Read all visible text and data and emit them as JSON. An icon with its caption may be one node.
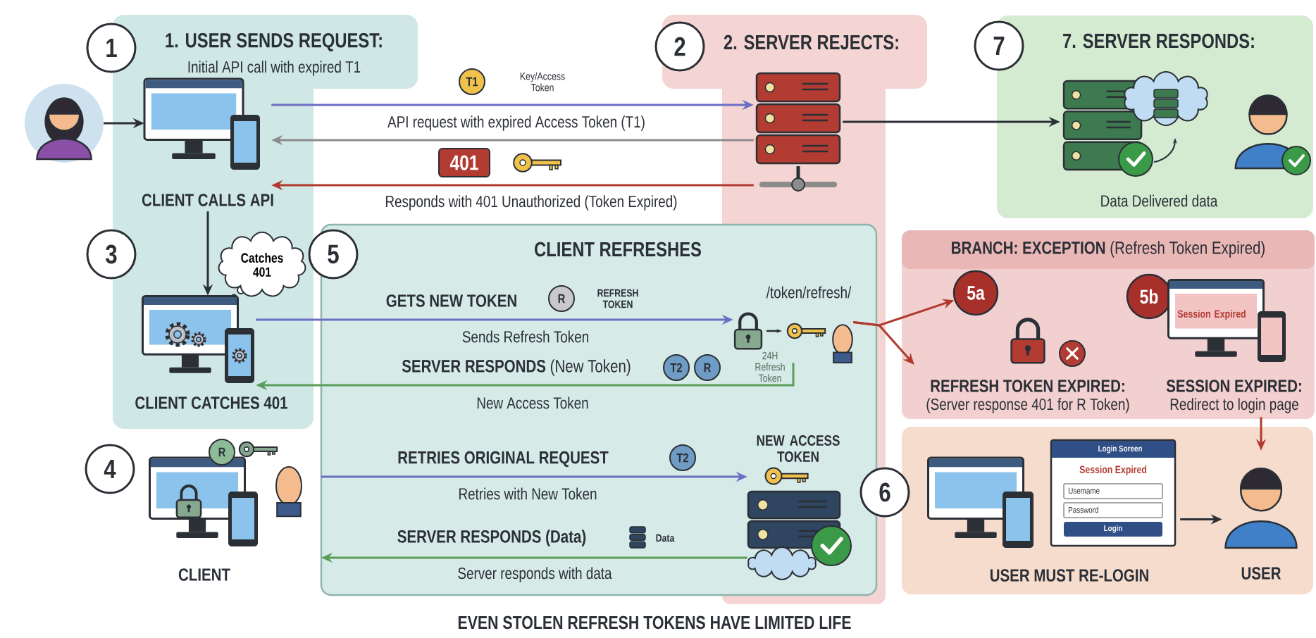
{
  "diagram": {
    "caption": "EVEN STOLEN REFRESH TOKENS HAVE LIMITED LIFE",
    "nodes": [
      {
        "text": [
          "1. USER SENDS REQUEST:",
          "Initial API call with expired T1"
        ]
      },
      {
        "text": [
          "1"
        ]
      },
      {
        "text": [],
        "shape": "person"
      },
      {
        "text": [
          "CLIENT CALLS API"
        ],
        "in": 0
      },
      {
        "text": [
          "3"
        ]
      },
      {
        "text": [
          "Catches 401"
        ],
        "in": 0
      },
      {
        "text": [
          "CLIENT CATCHES 401"
        ],
        "in": 0
      },
      {
        "text": [
          "2. SERVER REJECTS:"
        ]
      },
      {
        "text": [
          "2"
        ]
      },
      {
        "text": [],
        "shape": "picture",
        "in": 7
      },
      {
        "text": [
          "7. SERVER RESPONDS:",
          "Data Delivered data"
        ]
      },
      {
        "text": [
          "7"
        ]
      },
      {
        "text": [],
        "shape": "picture",
        "in": 10
      },
      {
        "text": [
          "4"
        ]
      },
      {
        "text": [
          "CLIENT"
        ]
      },
      {
        "text": [
          "CLIENT REFRESHES"
        ]
      },
      {
        "text": [
          "5"
        ]
      },
      {
        "text": [
          "/token/refresh/"
        ],
        "in": 15
      },
      {
        "text": [
          "NEW ACCESS TOKEN"
        ],
        "in": 15
      },
      {
        "text": [
          "**BRANCH: EXCEPTION** (Refresh Token Expired)"
        ]
      },
      {
        "text": [
          "5a"
        ],
        "in": 19
      },
      {
        "text": [
          "REFRESH TOKEN EXPIRED:",
          "(Server response 401 for R Token)"
        ],
        "in": 19
      },
      {
        "text": [
          "5b"
        ],
        "in": 19
      },
      {
        "text": [
          "Session Expired",
          "SESSION EXPIRED:",
          "Redirect to login page"
        ],
        "in": 19
      },
      {
        "text": [],
        "shape": "box"
      },
      {
        "text": [
          "6"
        ]
      },
      {
        "text": [
          "Login Soreen",
          "Session Expired",
          "Usemame",
          "Password",
          "Login",
          "USER MUST RE-LOGIN"
        ],
        "in": 24
      },
      {
        "text": [
          "USER"
        ],
        "in": 24
      },
      {
        "text": [
          "401"
        ]
      }
    ],
    "edges": [
      {
        "from": 2,
        "to": 3,
        "arrow": "to"
      },
      {
        "from": 3,
        "to": 9,
        "arrow": "to",
        "label": "API request with expired Access Token (T1)",
        "color": "#6b6fc4"
      },
      {
        "from": 9,
        "to": 3,
        "arrow": "to",
        "color": "#8c8c8c"
      },
      {
        "from": 9,
        "to": 3,
        "arrow": "to",
        "label": "Responds with 401 Unauthorized (Token Expired)",
        "color": "#b03a2e"
      },
      {
        "from": 9,
        "to": 12,
        "arrow": "to"
      },
      {
        "from": 3,
        "to": 6,
        "arrow": "to"
      },
      {
        "from": 6,
        "to": 17,
        "arrow": "to",
        "label": "Sends Refresh Token",
        "color": "#6b6fc4"
      },
      {
        "from": 17,
        "to": 6,
        "arrow": "to",
        "label": "New Access Token",
        "color": "#5a9e5a"
      },
      {
        "from": 15,
        "to": 18,
        "arrow": "to",
        "label": "Retries with New Token",
        "color": "#6b6fc4"
      },
      {
        "from": 18,
        "to": 15,
        "arrow": "to",
        "label": "Server responds with data",
        "color": "#5a9e5a"
      },
      {
        "from": 17,
        "to": 20,
        "arrow": "to",
        "color": "#b03a2e"
      },
      {
        "from": 17,
        "to": 21,
        "arrow": "to",
        "color": "#b03a2e"
      },
      {
        "from": 23,
        "to": 27,
        "arrow": "to",
        "color": "#b03a2e"
      },
      {
        "from": 26,
        "to": 27,
        "arrow": "to"
      }
    ],
    "labels": [
      "T1",
      "Key/Access Token",
      "GETS NEW TOKEN",
      "R",
      "REFRESH TOKEN",
      "**SERVER RESPONDS** (New Token)",
      "T2",
      "R",
      "24H Refresh Token",
      "RETRIES ORIGINAL REQUEST",
      "T2",
      "R",
      "SERVER RESPONDS (Data)",
      "Data"
    ]
  }
}
